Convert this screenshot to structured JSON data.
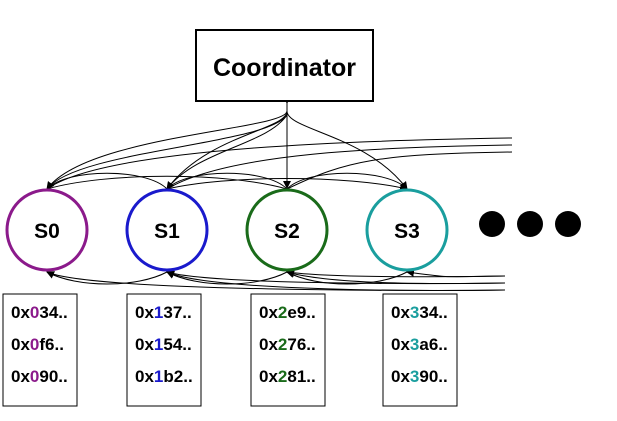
{
  "coordinator": {
    "label": "Coordinator"
  },
  "servers": [
    {
      "label": "S0",
      "color": "#8b1a8b",
      "hashes": [
        {
          "prefix": "0x",
          "digit": "0",
          "suffix": "34.."
        },
        {
          "prefix": "0x",
          "digit": "0",
          "suffix": "f6.."
        },
        {
          "prefix": "0x",
          "digit": "0",
          "suffix": "90.."
        }
      ]
    },
    {
      "label": "S1",
      "color": "#1a1acc",
      "hashes": [
        {
          "prefix": "0x",
          "digit": "1",
          "suffix": "37.."
        },
        {
          "prefix": "0x",
          "digit": "1",
          "suffix": "54.."
        },
        {
          "prefix": "0x",
          "digit": "1",
          "suffix": "b2.."
        }
      ]
    },
    {
      "label": "S2",
      "color": "#1a6b1a",
      "hashes": [
        {
          "prefix": "0x",
          "digit": "2",
          "suffix": "e9.."
        },
        {
          "prefix": "0x",
          "digit": "2",
          "suffix": "76.."
        },
        {
          "prefix": "0x",
          "digit": "2",
          "suffix": "81.."
        }
      ]
    },
    {
      "label": "S3",
      "color": "#1a9e9e",
      "hashes": [
        {
          "prefix": "0x",
          "digit": "3",
          "suffix": "34.."
        },
        {
          "prefix": "0x",
          "digit": "3",
          "suffix": "a6.."
        },
        {
          "prefix": "0x",
          "digit": "3",
          "suffix": "90.."
        }
      ]
    }
  ],
  "ellipsis": {
    "dot_count": 3,
    "color": "#000000"
  },
  "edge_color": "#000000"
}
